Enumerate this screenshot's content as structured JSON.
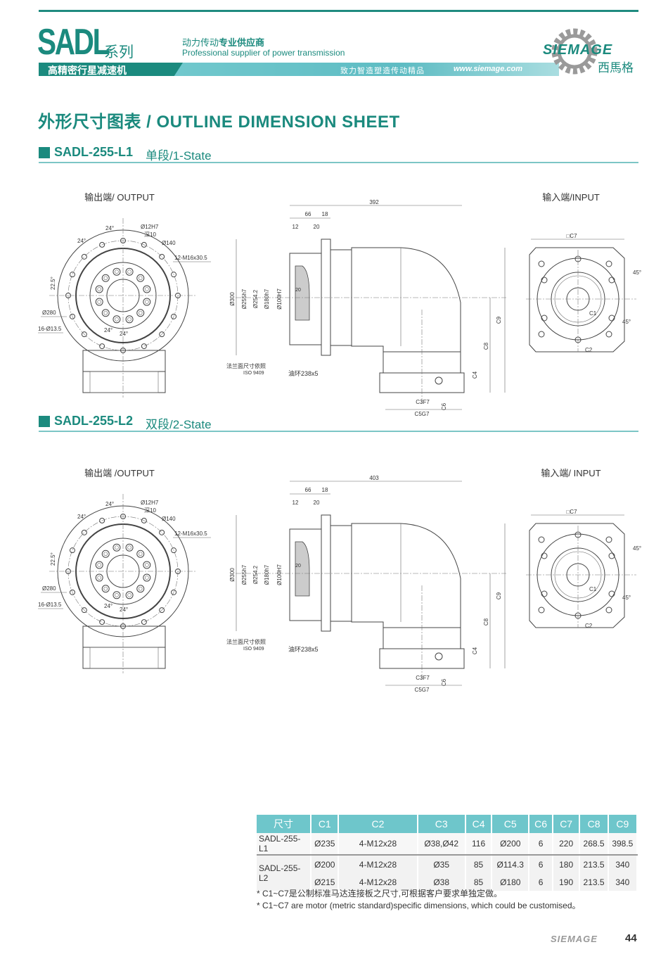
{
  "header": {
    "series_code": "SADL",
    "series_suffix": "系列",
    "tagline_cn_light": "动力传动",
    "tagline_cn_bold": "专业供应商",
    "tagline_en": "Professional supplier of power transmission",
    "product_type": "高精密行星减速机",
    "slogan": "致力智造塑造传动精品",
    "website": "www.siemage.com",
    "logo_text": "SIEMAGE",
    "logo_cn": "西馬格"
  },
  "colors": {
    "brand": "#1b8a7e",
    "table_header": "#6ec6cb"
  },
  "page_title": "外形尺寸图表 / OUTLINE DIMENSION SHEET",
  "sections": [
    {
      "model": "SADL-255-L1",
      "stage": "单段/1-State",
      "output_label": "输出端/ OUTPUT",
      "input_label": "输入端/INPUT",
      "output_dims": {
        "a1": "24°",
        "a2": "24°",
        "a3": "22.5°",
        "a4": "24°",
        "a5": "24°",
        "hole": "Ø12H7",
        "depth": "深10",
        "d140": "Ø140",
        "thread": "12-M16x30.5",
        "d280": "Ø280",
        "holes16": "16-Ø13.5"
      },
      "side_dims": {
        "length": "392",
        "l66": "66",
        "l18": "18",
        "l12": "12",
        "l20": "20",
        "l20b": "20",
        "d300": "Ø300",
        "d255": "Ø255h7",
        "d254": "Ø254.2",
        "d180": "Ø180h7",
        "d100": "Ø100H7",
        "flange_note": "法兰面尺寸依照",
        "iso": "ISO 9409",
        "oil_ring": "油环238x5",
        "c9": "C9",
        "c8": "C8",
        "c4": "C4",
        "c3": "C3F7",
        "c6": "C6",
        "c5": "C5G7"
      },
      "input_dims": {
        "c7": "□C7",
        "a45a": "45°",
        "a45b": "45°",
        "c1": "C1",
        "c2": "C2"
      }
    },
    {
      "model": "SADL-255-L2",
      "stage": "双段/2-State",
      "output_label": "输出端 /OUTPUT",
      "input_label": "输入端/ INPUT",
      "output_dims": {
        "a1": "24°",
        "a2": "24°",
        "a3": "22.5°",
        "a4": "24°",
        "a5": "24°",
        "hole": "Ø12H7",
        "depth": "深10",
        "d140": "Ø140",
        "thread": "12-M16x30.5",
        "d280": "Ø280",
        "holes16": "16-Ø13.5"
      },
      "side_dims": {
        "length": "403",
        "l66": "66",
        "l18": "18",
        "l12": "12",
        "l20": "20",
        "l20b": "20",
        "d300": "Ø300",
        "d255": "Ø255h7",
        "d254": "Ø254.2",
        "d180": "Ø180h7",
        "d100": "Ø100H7",
        "flange_note": "法兰面尺寸依照",
        "iso": "ISO 9409",
        "oil_ring": "油环238x5",
        "c9": "C9",
        "c8": "C8",
        "c4": "C4",
        "c3": "C3F7",
        "c6": "C6",
        "c5": "C5G7"
      },
      "input_dims": {
        "c7": "□C7",
        "a45a": "45°",
        "a45b": "45°",
        "c1": "C1",
        "c2": "C2"
      }
    }
  ],
  "table": {
    "headers": [
      "尺寸",
      "C1",
      "C2",
      "C3",
      "C4",
      "C5",
      "C6",
      "C7",
      "C8",
      "C9"
    ],
    "rows": [
      {
        "model": "SADL-255-L1",
        "c1": "Ø235",
        "c2": "4-M12x28",
        "c3": "Ø38,Ø42",
        "c4": "116",
        "c5": "Ø200",
        "c6": "6",
        "c7": "220",
        "c8": "268.5",
        "c9": "398.5"
      },
      {
        "model": "SADL-255-L2",
        "c1": "Ø200",
        "c2": "4-M12x28",
        "c3": "Ø35",
        "c4": "85",
        "c5": "Ø114.3",
        "c6": "6",
        "c7": "180",
        "c8": "213.5",
        "c9": "340"
      },
      {
        "model": "",
        "c1": "Ø215",
        "c2": "4-M12x28",
        "c3": "Ø38",
        "c4": "85",
        "c5": "Ø180",
        "c6": "6",
        "c7": "190",
        "c8": "213.5",
        "c9": "340"
      }
    ]
  },
  "notes": [
    "* C1~C7是公制标准马达连接板之尺寸,可根据客户要求单独定做。",
    "* C1~C7 are motor (metric standard)specific dimensions, which could be customised。"
  ],
  "footer": {
    "logo_text": "SIEMAGE",
    "page_number": "44"
  }
}
